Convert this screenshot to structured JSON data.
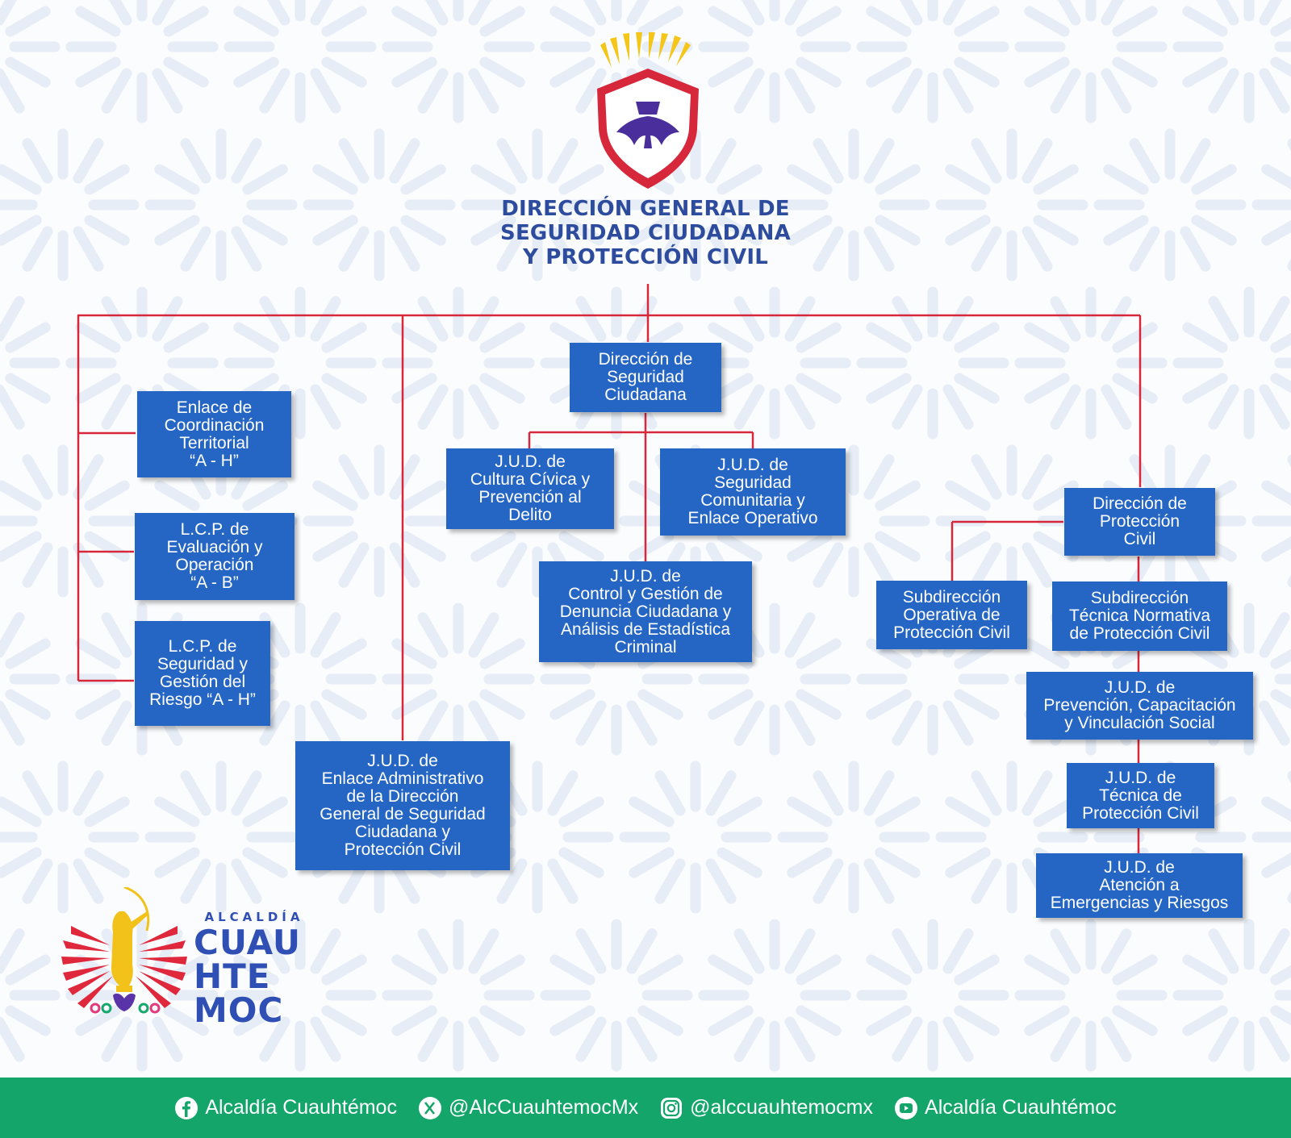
{
  "header": {
    "title": "DIRECCIÓN GENERAL DE\nSEGURIDAD CIUDADANA\nY PROTECCIÓN CIVIL"
  },
  "org": {
    "dir_seguridad": "Dirección de\nSeguridad\nCiudadana",
    "jud_cultura": "J.U.D. de\nCultura Cívica y\nPrevención al\nDelito",
    "jud_comunitaria": "J.U.D. de\nSeguridad\nComunitaria y\nEnlace Operativo",
    "jud_control": "J.U.D. de\nControl y Gestión de\nDenuncia Ciudadana y\nAnálisis de Estadística\nCriminal",
    "enlace_coord": "Enlace de\nCoordinación\nTerritorial\n“A - H”",
    "lcp_evaluacion": "L.C.P. de\nEvaluación y\nOperación\n“A - B”",
    "lcp_seguridad": "L.C.P. de\nSeguridad y\nGestión del\nRiesgo “A - H”",
    "jud_enlace_admin": "J.U.D. de\nEnlace Administrativo\nde la Dirección\nGeneral de Seguridad\nCiudadana y\nProtección Civil",
    "dir_proteccion": "Dirección de\nProtección\nCivil",
    "sub_operativa": "Subdirección\nOperativa de\nProtección Civil",
    "sub_tecnica": "Subdirección\nTécnica Normativa\nde Protección Civil",
    "jud_prevencion": "J.U.D. de\nPrevención, Capacitación\ny Vinculación Social",
    "jud_tecnica": "J.U.D. de\nTécnica de\nProtección Civil",
    "jud_atencion": "J.U.D. de\nAtención a\nEmergencias y Riesgos"
  },
  "logo": {
    "small": "ALCALDÍA",
    "line1": "CUAU",
    "line2": "HTE",
    "line3": "MOC"
  },
  "footer": {
    "facebook": "Alcaldía Cuauhtémoc",
    "x": "@AlcCuauhtemocMx",
    "instagram": "@alccuauhtemocmx",
    "youtube": "Alcaldía Cuauhtémoc"
  },
  "colors": {
    "box": "#2566c4",
    "connector": "#d6283a",
    "title": "#2e4c9e",
    "footer": "#14a56b"
  }
}
